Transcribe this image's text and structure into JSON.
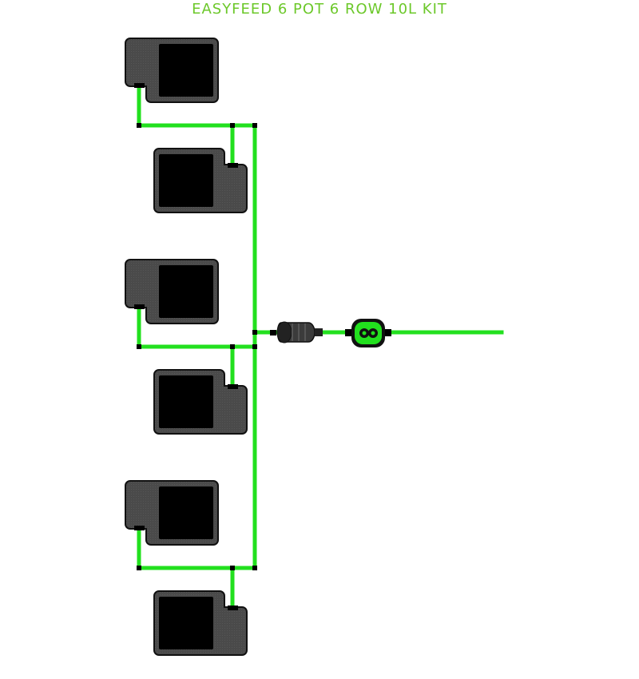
{
  "title": "EASYFEED 6 POT 6 ROW 10L KIT",
  "colors": {
    "pipe": "#22e01e",
    "pot_body": "#4a4a4a",
    "pot_outline": "#111111",
    "pot_inner": "#000000",
    "connector": "#000000",
    "title": "#6cc82a"
  },
  "components": {
    "pots": [
      "pot-1",
      "pot-2",
      "pot-3",
      "pot-4",
      "pot-5",
      "pot-6"
    ],
    "filter": "filter-unit",
    "valve": "valve-unit",
    "supply": "supply-line"
  }
}
